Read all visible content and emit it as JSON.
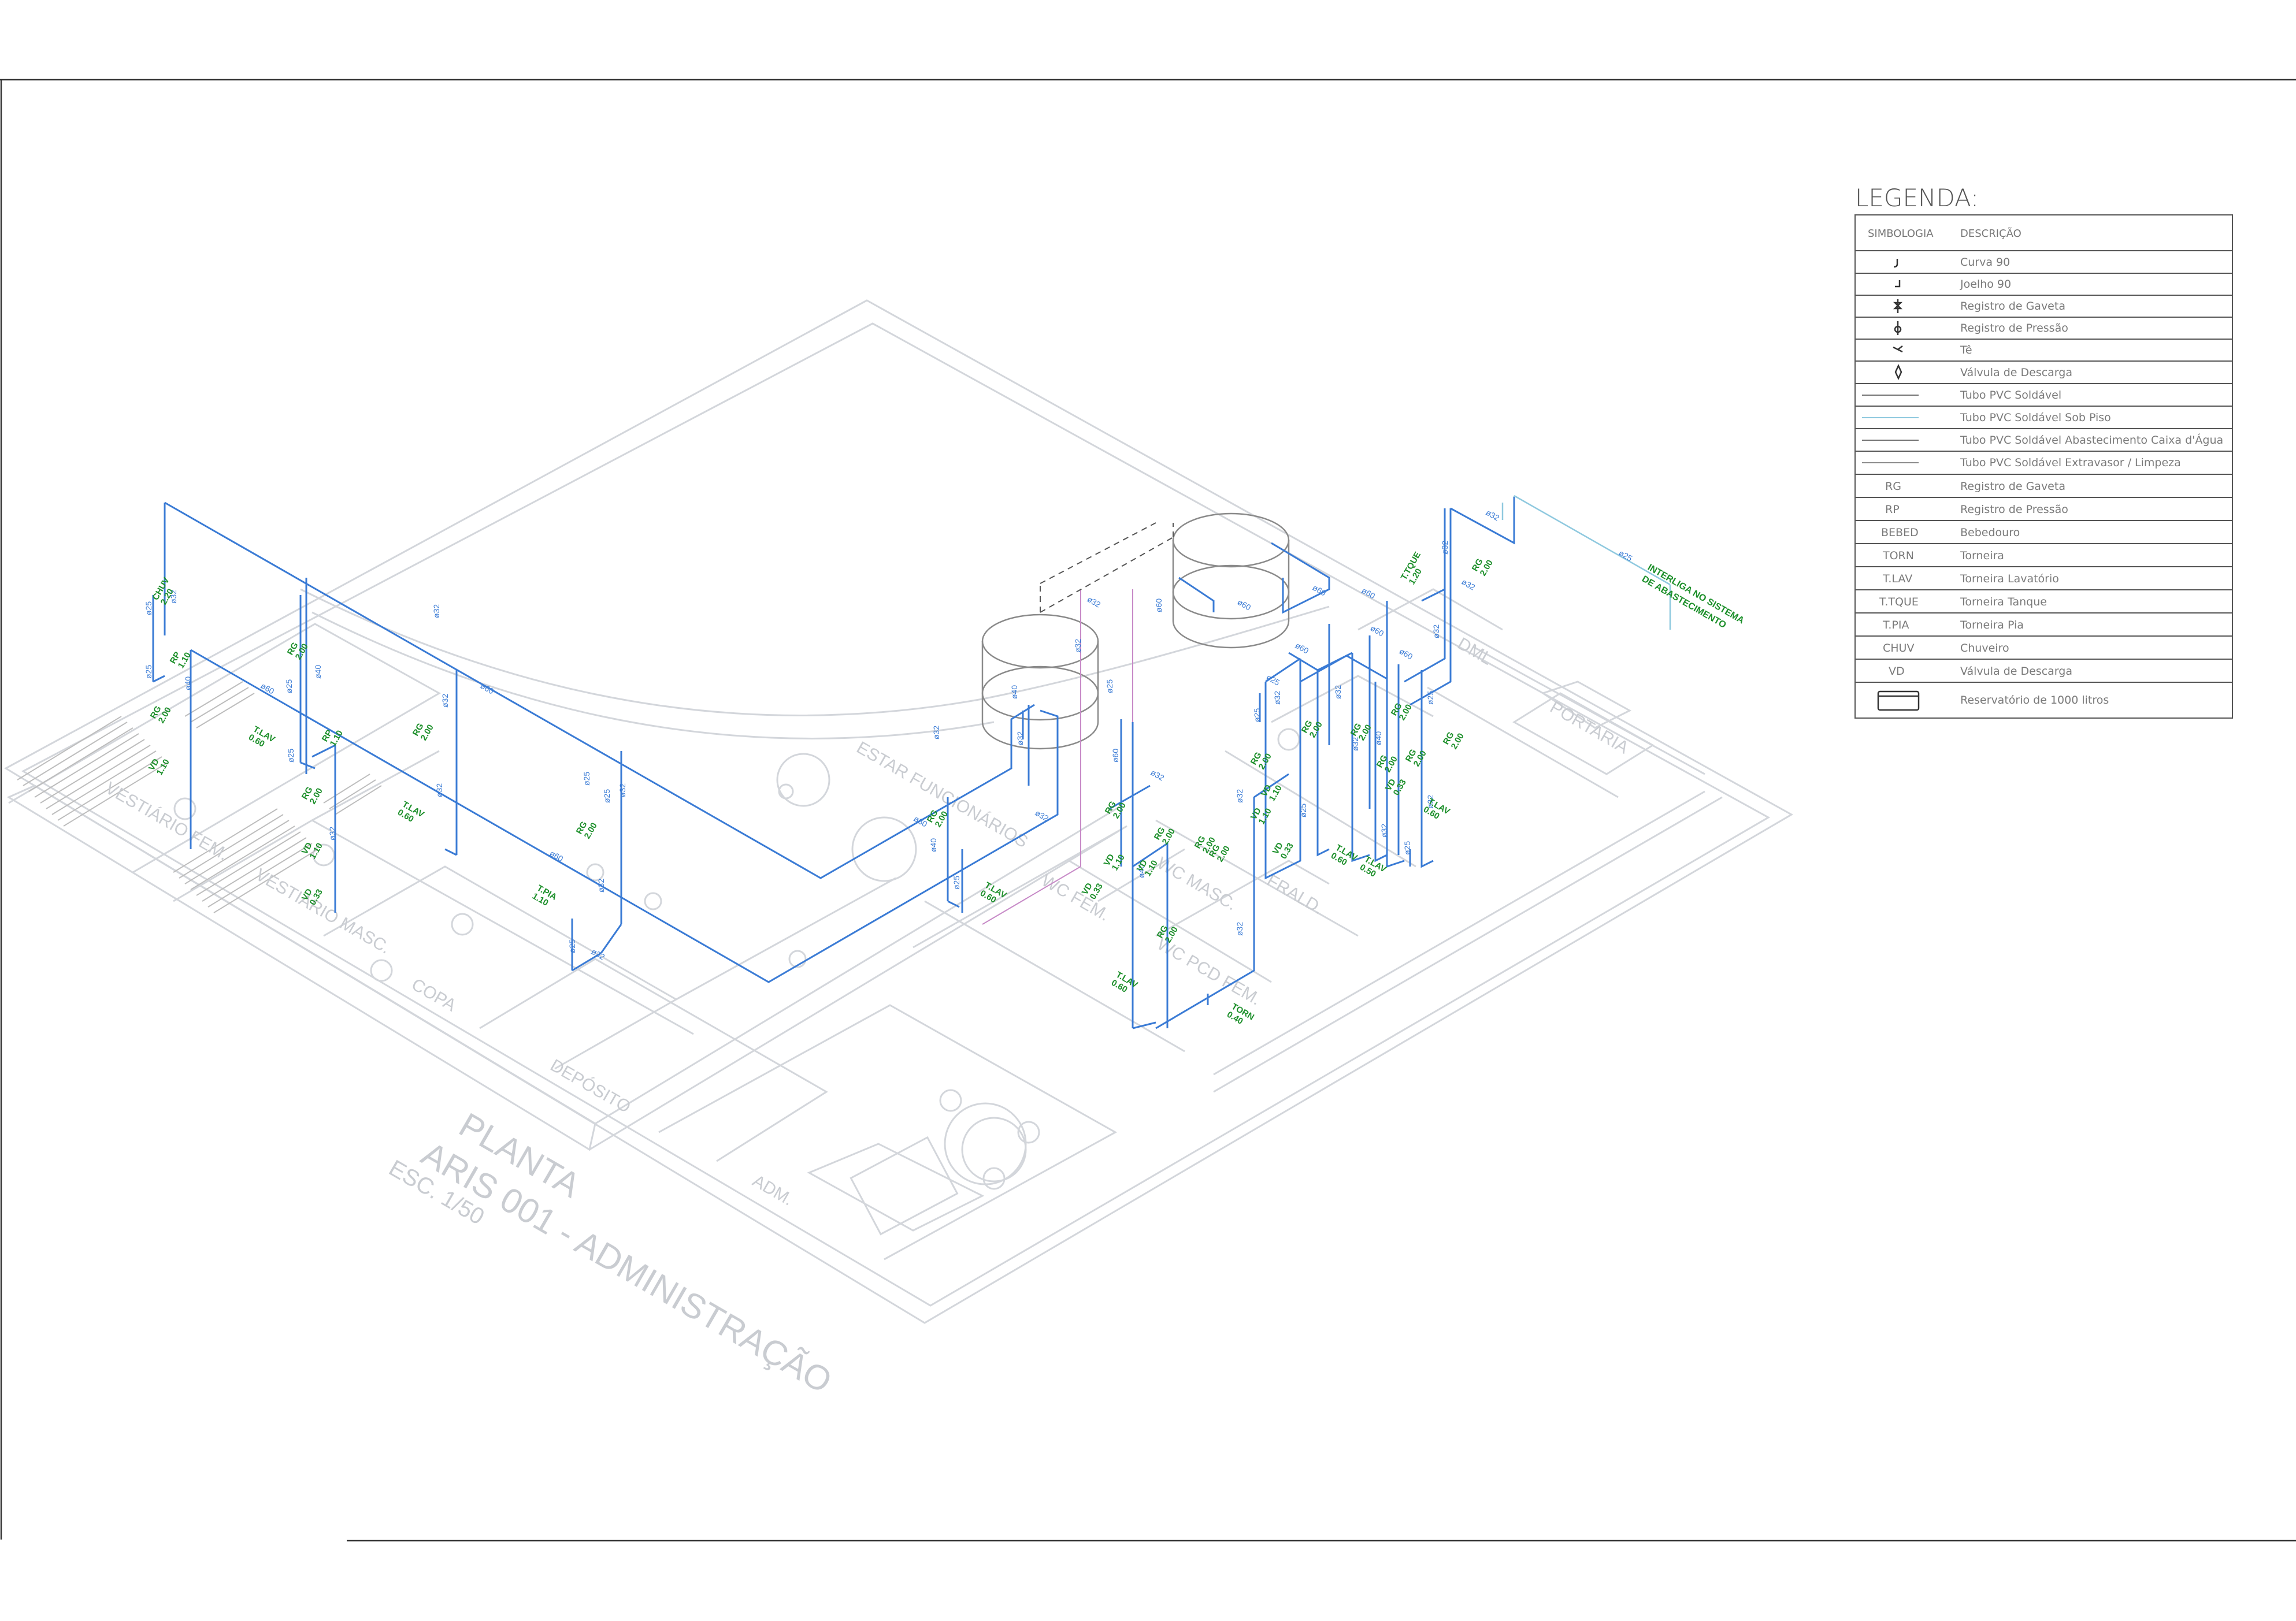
{
  "legend": {
    "title": "LEGENDA:",
    "col_symbol": "SIMBOLOGIA",
    "col_desc": "DESCRIÇÃO",
    "rows": [
      {
        "symbol": "curve-90-icon",
        "symbol_text": "",
        "desc": "Curva 90"
      },
      {
        "symbol": "elbow-90-icon",
        "symbol_text": "",
        "desc": "Joelho 90"
      },
      {
        "symbol": "gate-valve-icon",
        "symbol_text": "",
        "desc": "Registro de Gaveta"
      },
      {
        "symbol": "pressure-valve-icon",
        "symbol_text": "",
        "desc": "Registro de Pressão"
      },
      {
        "symbol": "tee-icon",
        "symbol_text": "",
        "desc": "Tê"
      },
      {
        "symbol": "flush-valve-icon",
        "symbol_text": "",
        "desc": "Válvula de Descarga"
      },
      {
        "symbol": "pipe-line",
        "symbol_text": "",
        "desc": "Tubo PVC Soldável"
      },
      {
        "symbol": "pipe-line-underfloor",
        "symbol_text": "",
        "desc": "Tubo PVC Soldável Sob Piso"
      },
      {
        "symbol": "pipe-line-supply",
        "symbol_text": "",
        "desc": "Tubo PVC Soldável Abastecimento Caixa d'Água"
      },
      {
        "symbol": "pipe-line-overflow",
        "symbol_text": "",
        "desc": "Tubo PVC Soldável Extravasor / Limpeza"
      },
      {
        "symbol": "text",
        "symbol_text": "RG",
        "desc": "Registro de Gaveta"
      },
      {
        "symbol": "text",
        "symbol_text": "RP",
        "desc": "Registro de Pressão"
      },
      {
        "symbol": "text",
        "symbol_text": "BEBED",
        "desc": "Bebedouro"
      },
      {
        "symbol": "text",
        "symbol_text": "TORN",
        "desc": "Torneira"
      },
      {
        "symbol": "text",
        "symbol_text": "T.LAV",
        "desc": "Torneira Lavatório"
      },
      {
        "symbol": "text",
        "symbol_text": "T.TQUE",
        "desc": "Torneira Tanque"
      },
      {
        "symbol": "text",
        "symbol_text": "T.PIA",
        "desc": "Torneira Pia"
      },
      {
        "symbol": "text",
        "symbol_text": "CHUV",
        "desc": "Chuveiro"
      },
      {
        "symbol": "text",
        "symbol_text": "VD",
        "desc": "Válvula de Descarga"
      },
      {
        "symbol": "reservoir-icon",
        "symbol_text": "",
        "desc": "Reservatório de 1000 litros"
      }
    ]
  },
  "plan_title": {
    "line1": "PLANTA",
    "line2": "ARIS 001 - ADMINISTRAÇÃO",
    "line3": "ESC. 1/50"
  },
  "note": {
    "line1": "INTERLIGA NO SISTEMA",
    "line2": "DE ABASTECIMENTO"
  },
  "rooms": [
    {
      "key": "vestiario-fem",
      "text": "VESTIÁRIO FEM."
    },
    {
      "key": "vestiario-masc",
      "text": "VESTIÁRIO MASC."
    },
    {
      "key": "copa",
      "text": "COPA"
    },
    {
      "key": "deposito",
      "text": "DEPÓSITO"
    },
    {
      "key": "adm",
      "text": "ADM."
    },
    {
      "key": "estar",
      "text": "ESTAR FUNCIONÁRIOS"
    },
    {
      "key": "wc-fem",
      "text": "WC FEM."
    },
    {
      "key": "wc-pcd-fem",
      "text": "WC PCD FEM."
    },
    {
      "key": "wc-masc",
      "text": "WC MASC."
    },
    {
      "key": "fraldario",
      "text": "FRALD."
    },
    {
      "key": "dml",
      "text": "DML"
    },
    {
      "key": "portaria",
      "text": "PORTARIA"
    }
  ],
  "fixture_labels": [
    {
      "line1": "CHUV",
      "line2": "2.20"
    },
    {
      "line1": "RP",
      "line2": "1.10"
    },
    {
      "line1": "RG",
      "line2": "2.00"
    },
    {
      "line1": "VD",
      "line2": "1.10"
    },
    {
      "line1": "T.LAV",
      "line2": "0.60"
    },
    {
      "line1": "RP",
      "line2": "1.10"
    },
    {
      "line1": "RG",
      "line2": "2.00"
    },
    {
      "line1": "VD",
      "line2": "1.10"
    },
    {
      "line1": "VD",
      "line2": "0.33"
    },
    {
      "line1": "RG",
      "line2": "2.00"
    },
    {
      "line1": "T.LAV",
      "line2": "0.60"
    },
    {
      "line1": "RG",
      "line2": "2.00"
    },
    {
      "line1": "RG",
      "line2": "2.00"
    },
    {
      "line1": "T.PIA",
      "line2": "1.10"
    },
    {
      "line1": "RG",
      "line2": "2.00"
    },
    {
      "line1": "T.LAV",
      "line2": "0.60"
    },
    {
      "line1": "RG",
      "line2": "2.00"
    },
    {
      "line1": "VD",
      "line2": "1.10"
    },
    {
      "line1": "VD",
      "line2": "0.33"
    },
    {
      "line1": "RG",
      "line2": "2.00"
    },
    {
      "line1": "RG",
      "line2": "2.00"
    },
    {
      "line1": "VD",
      "line2": "1.10"
    },
    {
      "line1": "RG",
      "line2": "2.00"
    },
    {
      "line1": "T.LAV",
      "line2": "0.60"
    },
    {
      "line1": "TORN",
      "line2": "0.40"
    },
    {
      "line1": "RG",
      "line2": "2.00"
    },
    {
      "line1": "RG",
      "line2": "2.00"
    },
    {
      "line1": "VD",
      "line2": "1.10"
    },
    {
      "line1": "VD",
      "line2": "0.33"
    },
    {
      "line1": "RG",
      "line2": "2.00"
    },
    {
      "line1": "VD",
      "line2": "1.10"
    },
    {
      "line1": "T.LAV",
      "line2": "0.60"
    },
    {
      "line1": "RG",
      "line2": "2.00"
    },
    {
      "line1": "RG",
      "line2": "2.00"
    },
    {
      "line1": "VD",
      "line2": "0.33"
    },
    {
      "line1": "RG",
      "line2": "2.00"
    },
    {
      "line1": "T.LAV",
      "line2": "0.60"
    },
    {
      "line1": "T.LAV",
      "line2": "0.50"
    },
    {
      "line1": "RG",
      "line2": "2.00"
    },
    {
      "line1": "T.TQUE",
      "line2": "1.20"
    },
    {
      "line1": "RG",
      "line2": "2.00"
    },
    {
      "line1": "RG",
      "line2": "2.00"
    }
  ],
  "pipe_sizes": [
    "ø25",
    "ø25",
    "ø32",
    "ø25",
    "ø40",
    "ø25",
    "ø40",
    "ø32",
    "ø32",
    "ø32",
    "ø25",
    "ø60",
    "ø32",
    "ø25",
    "ø60",
    "ø32",
    "ø32",
    "ø25",
    "ø60",
    "ø32",
    "ø60",
    "ø25",
    "ø40",
    "ø32",
    "ø32",
    "ø32",
    "ø32",
    "ø32",
    "ø25",
    "ø60",
    "ø40",
    "ø32",
    "ø40",
    "ø60",
    "ø32",
    "ø32",
    "ø25",
    "ø60",
    "ø60",
    "ø25",
    "ø60",
    "ø32",
    "ø60",
    "ø25",
    "ø32",
    "ø32",
    "ø40",
    "ø32",
    "ø25",
    "ø32",
    "ø60",
    "ø60",
    "ø32",
    "ø25",
    "ø32",
    "ø32",
    "ø32",
    "ø25"
  ],
  "colors": {
    "pipe": "#3a7bd5",
    "label": "#1c8f2a",
    "plan": "#c9cdd3",
    "frame": "#333333",
    "legend_text": "#7a7a7a",
    "overflow": "#c78ac7",
    "supply": "#8fc9df"
  }
}
